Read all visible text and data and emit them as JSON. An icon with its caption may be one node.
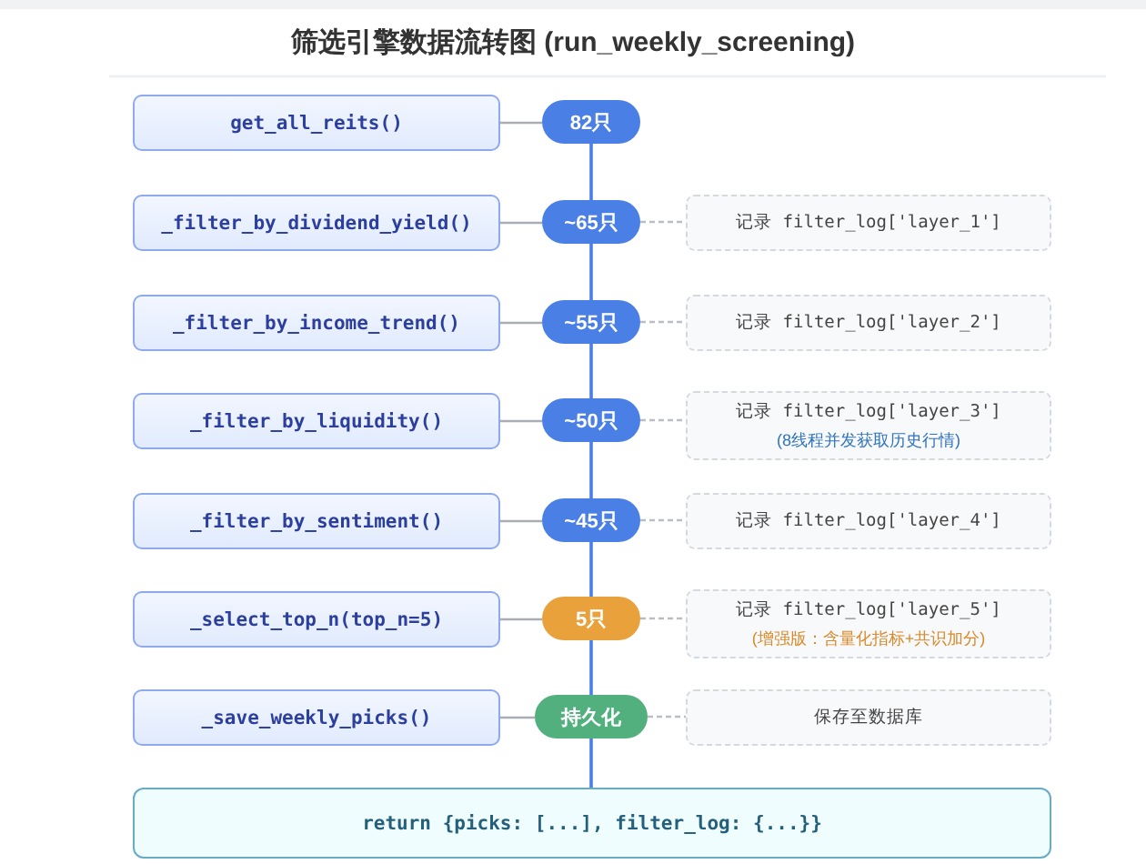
{
  "diagram": {
    "title": "筛选引擎数据流转图 (run_weekly_screening)",
    "nodes": [
      {
        "text": [
          "get_all_reits()"
        ]
      },
      {
        "text": [
          "82只"
        ]
      },
      {
        "text": [
          "_filter_by_dividend_yield()"
        ]
      },
      {
        "text": [
          "~65只"
        ]
      },
      {
        "text": [
          "记录 filter_log['layer_1']"
        ]
      },
      {
        "text": [
          "_filter_by_income_trend()"
        ]
      },
      {
        "text": [
          "~55只"
        ]
      },
      {
        "text": [
          "记录 filter_log['layer_2']"
        ]
      },
      {
        "text": [
          "_filter_by_liquidity()"
        ]
      },
      {
        "text": [
          "~50只"
        ]
      },
      {
        "text": [
          "记录 filter_log['layer_3']",
          "(8线程并发获取历史行情)"
        ]
      },
      {
        "text": [
          "_filter_by_sentiment()"
        ]
      },
      {
        "text": [
          "~45只"
        ]
      },
      {
        "text": [
          "记录 filter_log['layer_4']"
        ]
      },
      {
        "text": [
          "_select_top_n(top_n=5)"
        ]
      },
      {
        "text": [
          "5只"
        ]
      },
      {
        "text": [
          "记录 filter_log['layer_5']",
          "(增强版：含量化指标+共识加分)"
        ]
      },
      {
        "text": [
          "_save_weekly_picks()"
        ]
      },
      {
        "text": [
          "持久化"
        ]
      },
      {
        "text": [
          "保存至数据库"
        ]
      },
      {
        "text": [
          "return {picks: [...], filter_log: {...}}"
        ]
      }
    ],
    "edges": [
      {
        "from": 0,
        "to": 1,
        "arrow": "none"
      },
      {
        "from": 2,
        "to": 3,
        "arrow": "none"
      },
      {
        "from": 3,
        "to": 4,
        "arrow": "none",
        "style": "dashed"
      },
      {
        "from": 5,
        "to": 6,
        "arrow": "none"
      },
      {
        "from": 6,
        "to": 7,
        "arrow": "none",
        "style": "dashed"
      },
      {
        "from": 8,
        "to": 9,
        "arrow": "none"
      },
      {
        "from": 9,
        "to": 10,
        "arrow": "none",
        "style": "dashed"
      },
      {
        "from": 11,
        "to": 12,
        "arrow": "none"
      },
      {
        "from": 12,
        "to": 13,
        "arrow": "none",
        "style": "dashed"
      },
      {
        "from": 14,
        "to": 15,
        "arrow": "none"
      },
      {
        "from": 15,
        "to": 16,
        "arrow": "none",
        "style": "dashed"
      },
      {
        "from": 17,
        "to": 18,
        "arrow": "none"
      },
      {
        "from": 18,
        "to": 19,
        "arrow": "none",
        "style": "dashed"
      },
      {
        "from": 1,
        "to": 3,
        "arrow": "none",
        "color": "#4a7fe6"
      },
      {
        "from": 3,
        "to": 6,
        "arrow": "none",
        "color": "#4a7fe6"
      },
      {
        "from": 6,
        "to": 9,
        "arrow": "none",
        "color": "#4a7fe6"
      },
      {
        "from": 9,
        "to": 12,
        "arrow": "none",
        "color": "#4a7fe6"
      },
      {
        "from": 12,
        "to": 15,
        "arrow": "none",
        "color": "#4a7fe6"
      },
      {
        "from": 15,
        "to": 18,
        "arrow": "none",
        "color": "#4a7fe6"
      },
      {
        "from": 18,
        "to": 20,
        "arrow": "none",
        "color": "#4a7fe6"
      }
    ]
  }
}
